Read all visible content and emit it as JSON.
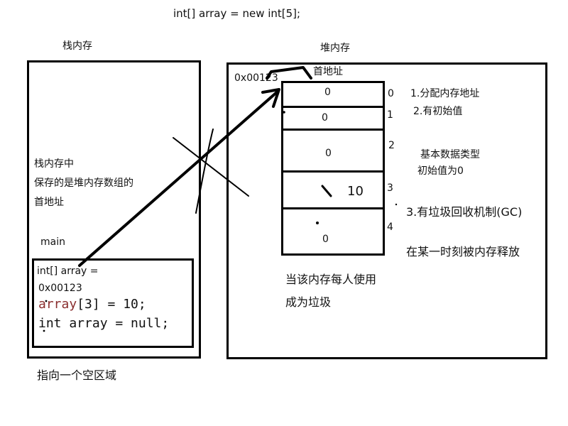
{
  "top_code": "int[] array = new int[5];",
  "stack": {
    "title": "栈内存",
    "note_line1": "栈内存中",
    "note_line2": "保存的是堆内存数组的",
    "note_line3": "首地址",
    "main_label": "main",
    "var_decl": "int[]  array =",
    "var_address": "0x00123",
    "code_assign_name": "array",
    "code_assign_rest": "[3] = 10;",
    "code_null": "int array = null;"
  },
  "heap": {
    "title": "堆内存",
    "address": "0x00123",
    "first_addr_label": "首地址",
    "cells": [
      {
        "index": "0",
        "value": "0"
      },
      {
        "index": "1",
        "value": "0"
      },
      {
        "index": "2",
        "value": "0"
      },
      {
        "index": "3",
        "value": "10"
      },
      {
        "index": "4",
        "value": "0"
      }
    ],
    "note1": "1.分配内存地址",
    "note2": "2.有初始值",
    "note3": "基本数据类型",
    "note4": "初始值为0",
    "note5": "3.有垃圾回收机制(GC)",
    "note6": "在某一时刻被内存释放",
    "garbage_line1": "当该内存每人使用",
    "garbage_line2": "成为垃圾"
  },
  "footer_note": "指向一个空区域"
}
